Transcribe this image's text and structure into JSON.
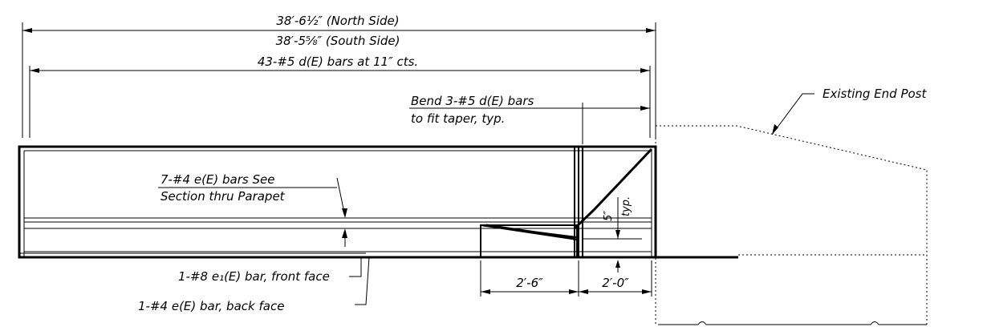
{
  "dimensions": {
    "overall_north": "38′-6½″ (North Side)",
    "overall_south": "38′-5⅝″ (South Side)",
    "bar_spacing": "43-#5 d(E) bars at 11″ cts.",
    "taper_length": "2′-6″",
    "end_length": "2′-0″",
    "vertical_offset": "5″",
    "vertical_offset_note": "typ."
  },
  "notes": {
    "bend_line1": "Bend 3-#5 d(E) bars",
    "bend_line2": "to fit taper, typ.",
    "existing_post": "Existing End Post",
    "long_bars_line1": "7-#4 e(E) bars  See",
    "long_bars_line2": "Section thru Parapet",
    "front_face_bar": "1-#8 e₁(E) bar, front face",
    "back_face_bar": "1-#4 e(E) bar, back face"
  }
}
